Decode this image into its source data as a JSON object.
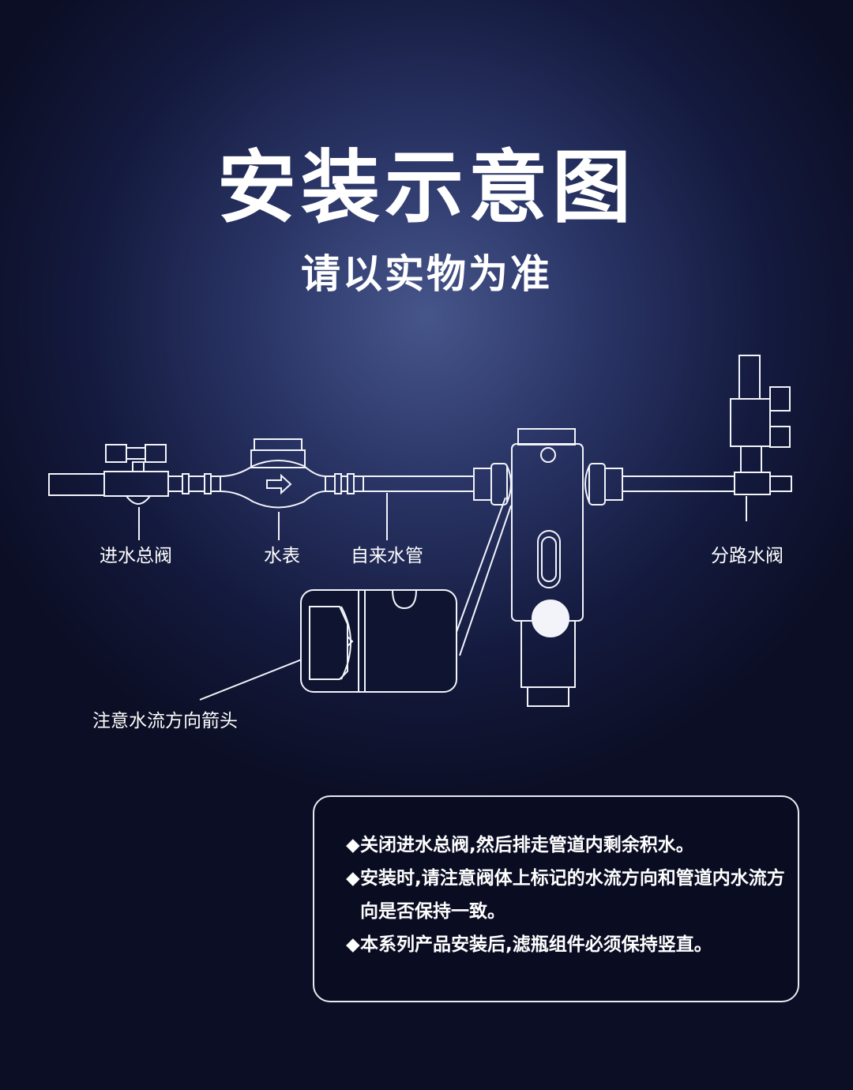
{
  "header": {
    "title": "安装示意图",
    "subtitle": "请以实物为准"
  },
  "diagram": {
    "labels": {
      "main_valve": "进水总阀",
      "water_meter": "水表",
      "tap_pipe": "自来水管",
      "branch_valve": "分路水阀",
      "flow_arrow_note": "注意水流方向箭头"
    }
  },
  "notes": {
    "bullet": "◆",
    "items": [
      "关闭进水总阀,然后排走管道内剩余积水。",
      "安装时,请注意阀体上标记的水流方向和管道内水流方向是否保持一致。",
      "本系列产品安装后,滤瓶组件必须保持竖直。"
    ]
  }
}
